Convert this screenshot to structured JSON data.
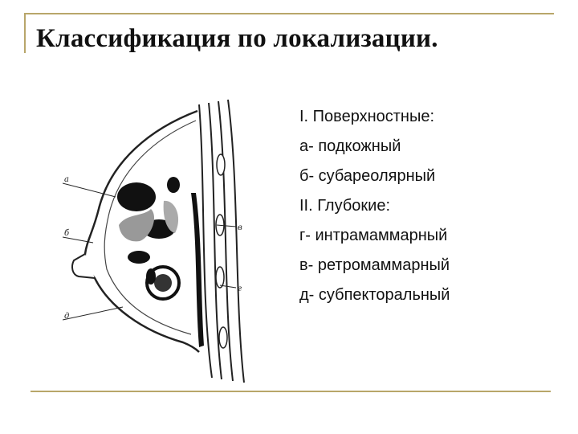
{
  "slide": {
    "title": "Классификация по локализации.",
    "items": [
      "I. Поверхностные:",
      "а- подкожный",
      "б- субареолярный",
      "II. Глубокие:",
      "г- интрамаммарный",
      "в- ретромаммарный",
      "д- субпекторальный"
    ]
  },
  "illustration": {
    "labels": [
      "а",
      "б",
      "д",
      "в",
      "г"
    ]
  },
  "colors": {
    "frame": "#b8a66a",
    "ink": "#111111"
  }
}
